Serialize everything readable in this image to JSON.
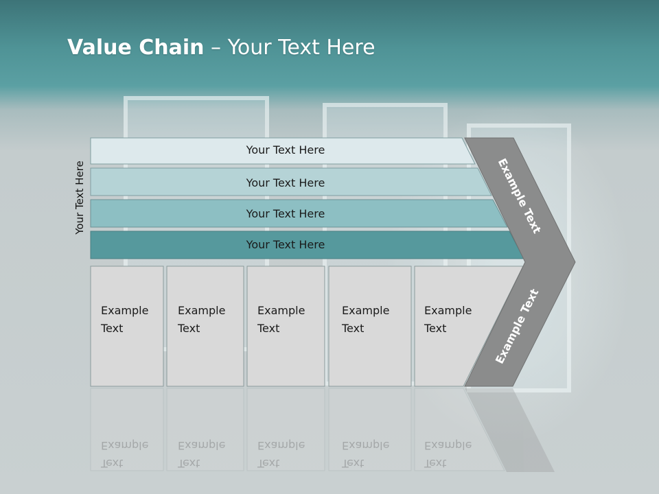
{
  "title": {
    "bold": "Value Chain",
    "rest": " – Your Text Here"
  },
  "side_label": "Your Text Here",
  "bars": [
    {
      "label": "Your Text Here",
      "fill": "#dde9ec"
    },
    {
      "label": "Your Text Here",
      "fill": "#b5d3d6"
    },
    {
      "label": "Your Text Here",
      "fill": "#8dbfc3"
    },
    {
      "label": "Your Text Here",
      "fill": "#56999d"
    }
  ],
  "boxes": [
    {
      "line1": "Example",
      "line2": "Text"
    },
    {
      "line1": "Example",
      "line2": "Text"
    },
    {
      "line1": "Example",
      "line2": "Text"
    },
    {
      "line1": "Example",
      "line2": "Text"
    },
    {
      "line1": "Example",
      "line2": "Text"
    }
  ],
  "chevron": {
    "upper_text": "Example Text",
    "lower_text": "Example Text",
    "fill": "#8b8c8c"
  },
  "colors": {
    "header": "#4f9396",
    "box_fill": "#d9d9d9",
    "box_stroke": "#8a9a9b"
  }
}
